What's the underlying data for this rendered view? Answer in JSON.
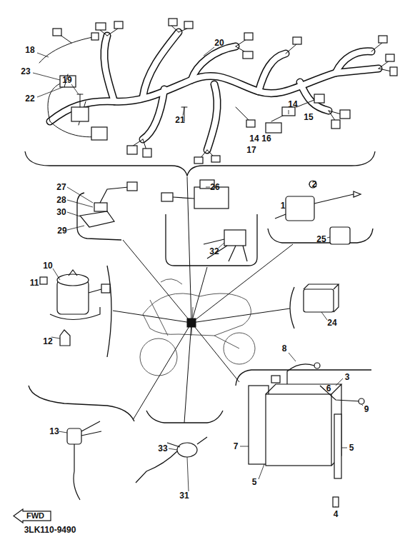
{
  "diagram": {
    "nodes": [
      {
        "text": [
          "FWD"
        ]
      }
    ],
    "labels": [
      "18",
      "20",
      "23",
      "19",
      "22",
      "21",
      "14",
      "15",
      "14",
      "16",
      "17",
      "27",
      "26",
      "2",
      "28",
      "1",
      "30",
      "29",
      "25",
      "32",
      "10",
      "11",
      "24",
      "12",
      "8",
      "3",
      "6",
      "9",
      "13",
      "33",
      "7",
      "5",
      "31",
      "5",
      "4",
      "3LK110-9490"
    ]
  }
}
